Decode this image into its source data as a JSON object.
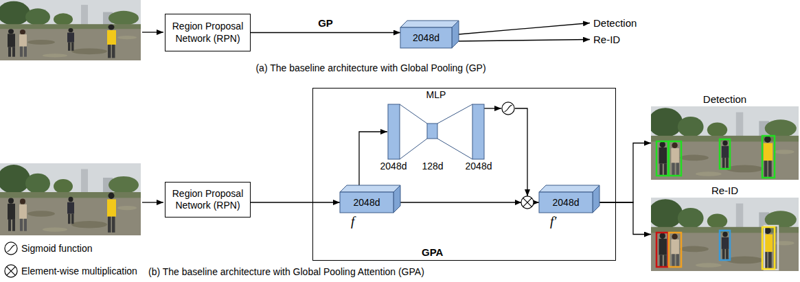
{
  "diagram": {
    "nodes": [
      {
        "text": [
          "Region Proposal Network (RPN)"
        ]
      },
      {
        "text": [
          "2048d"
        ]
      },
      {
        "text": [
          "Detection"
        ]
      },
      {
        "text": [
          "Re-ID"
        ]
      },
      {
        "text": [
          "Region Proposal Network (RPN)"
        ]
      },
      {
        "text": [
          "GPA"
        ]
      },
      {
        "text": [
          "2048d",
          "f"
        ],
        "in": 5
      },
      {
        "text": [
          "MLP",
          "2048d",
          "128d",
          "2048d"
        ],
        "in": 5
      },
      {
        "text": [
          "2048d",
          "f′"
        ],
        "in": 5
      },
      {
        "text": [
          "Detection"
        ]
      },
      {
        "text": [
          "Re-ID"
        ]
      }
    ],
    "edges": [
      {
        "from": 0,
        "to": 1,
        "label": "GP",
        "arrow": "to"
      },
      {
        "from": 1,
        "to": 2,
        "arrow": "to"
      },
      {
        "from": 1,
        "to": 3,
        "arrow": "to"
      },
      {
        "from": 4,
        "to": 6,
        "arrow": "to"
      },
      {
        "from": 6,
        "to": 7,
        "arrow": "to"
      },
      {
        "from": 6,
        "to": 8,
        "arrow": "to"
      },
      {
        "from": 8,
        "to": 9,
        "arrow": "to"
      },
      {
        "from": 8,
        "to": 10,
        "arrow": "to"
      }
    ],
    "labels": [
      "(a) The baseline architecture with Global Pooling (GP)",
      "(b) The baseline architecture with Global Pooling Attention (GPA)"
    ],
    "legend": [
      {
        "text": "Sigmoid function"
      },
      {
        "text": "Element-wise multiplication"
      }
    ]
  }
}
